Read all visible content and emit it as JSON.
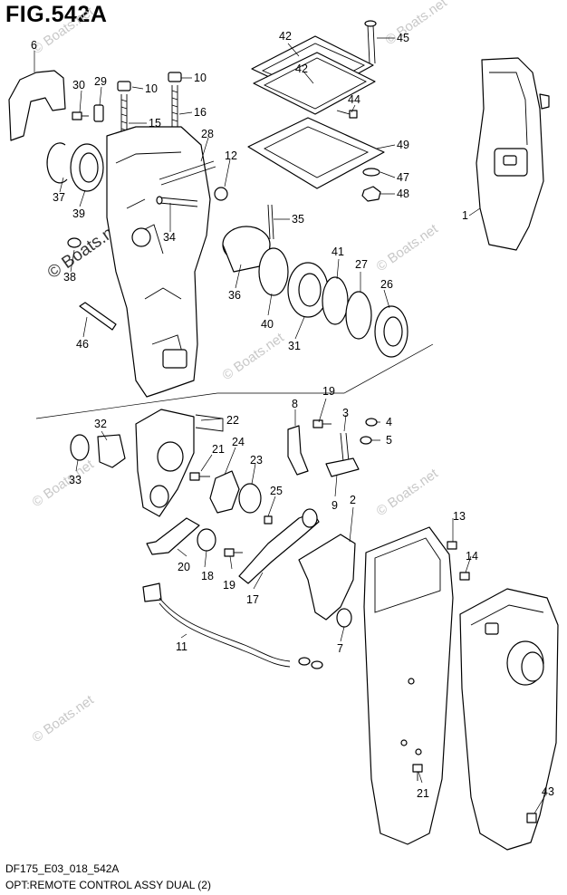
{
  "figure": {
    "title": "FIG.542A",
    "code": "DF175_E03_018_542A",
    "caption": "OPT:REMOTE CONTROL ASSY DUAL (2)"
  },
  "watermark": {
    "text": "© Boats.net",
    "emphasized": "© Boats.net"
  },
  "colors": {
    "line": "#000000",
    "watermark": "#c8c8c8",
    "background": "#ffffff"
  },
  "callouts": {
    "p6": "6",
    "p30": "30",
    "p29": "29",
    "p10a": "10",
    "p10b": "10",
    "p16": "16",
    "p15": "15",
    "p42a": "42",
    "p42b": "42",
    "p45": "45",
    "p44": "44",
    "p49": "49",
    "p47": "47",
    "p48": "48",
    "p1": "1",
    "p37": "37",
    "p39": "39",
    "p28": "28",
    "p12": "12",
    "p34": "34",
    "p38": "38",
    "p35": "35",
    "p41": "41",
    "p27": "27",
    "p26": "26",
    "p36": "36",
    "p40": "40",
    "p31": "31",
    "p46": "46",
    "p32": "32",
    "p22": "22",
    "p33": "33",
    "p21a": "21",
    "p24": "24",
    "p23": "23",
    "p25": "25",
    "p8": "8",
    "p19a": "19",
    "p3": "3",
    "p4": "4",
    "p5": "5",
    "p9": "9",
    "p2": "2",
    "p20": "20",
    "p18": "18",
    "p19b": "19",
    "p17": "17",
    "p13": "13",
    "p14": "14",
    "p11": "11",
    "p7": "7",
    "p21b": "21",
    "p43": "43"
  }
}
